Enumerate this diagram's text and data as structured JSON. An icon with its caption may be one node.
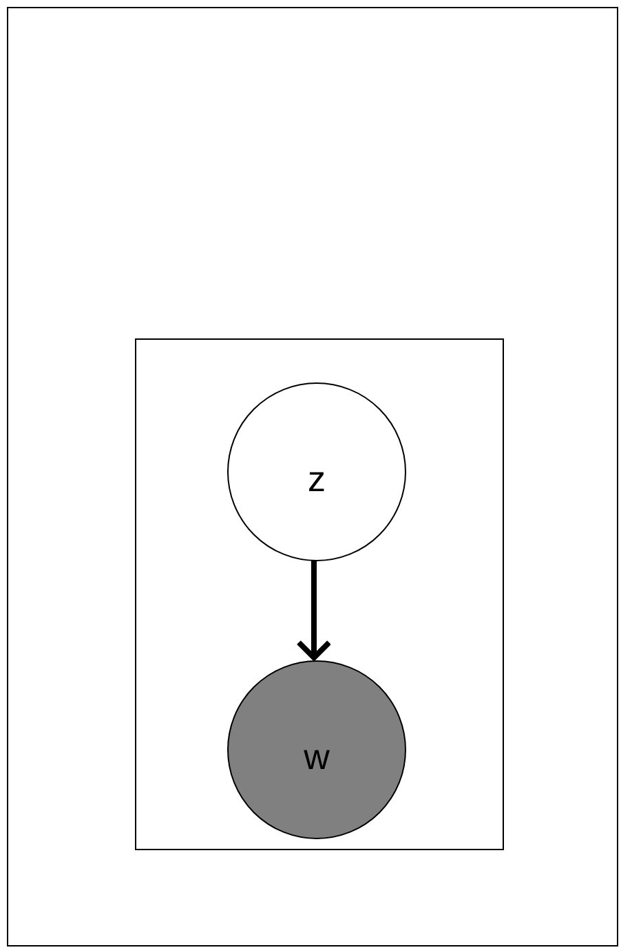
{
  "diagram": {
    "nodes": [
      {
        "text": [],
        "shape": "box"
      },
      {
        "text": [],
        "shape": "box",
        "in": 0
      },
      {
        "text": [
          "z"
        ],
        "in": 1
      },
      {
        "text": [
          "w"
        ],
        "in": 1
      }
    ],
    "edges": [
      {
        "from": 2,
        "to": 3,
        "arrow": "to"
      }
    ]
  }
}
